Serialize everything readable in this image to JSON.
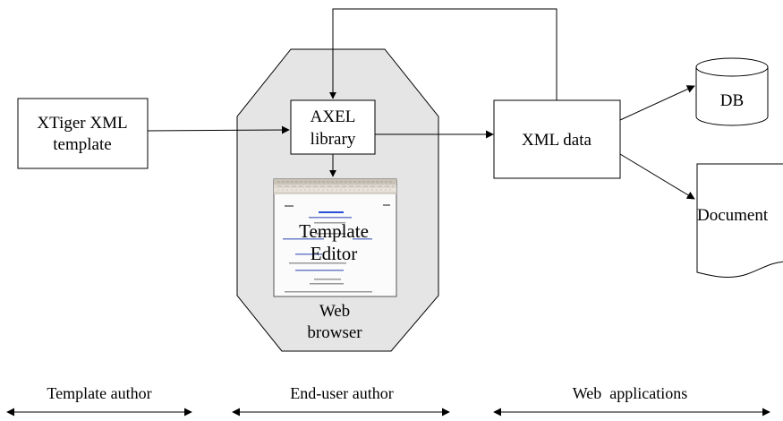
{
  "nodes": {
    "xtiger": {
      "line1": "XTiger XML",
      "line2": "template"
    },
    "axel": {
      "line1": "AXEL",
      "line2": "library"
    },
    "editor": {
      "line1": "Template",
      "line2": "Editor"
    },
    "browser": {
      "line1": "Web",
      "line2": "browser"
    },
    "xmldata": {
      "label": "XML data"
    },
    "db": {
      "label": "DB"
    },
    "document": {
      "label": "Document"
    }
  },
  "roles": {
    "template_author": "Template author",
    "enduser_author": "End-user author",
    "web_applications": "Web  applications"
  },
  "colors": {
    "browser_fill": "#e5e5e5",
    "stroke": "#000000",
    "screenshot_title_bar": "#c9c2b6",
    "screenshot_link": "#2a4fd8"
  }
}
